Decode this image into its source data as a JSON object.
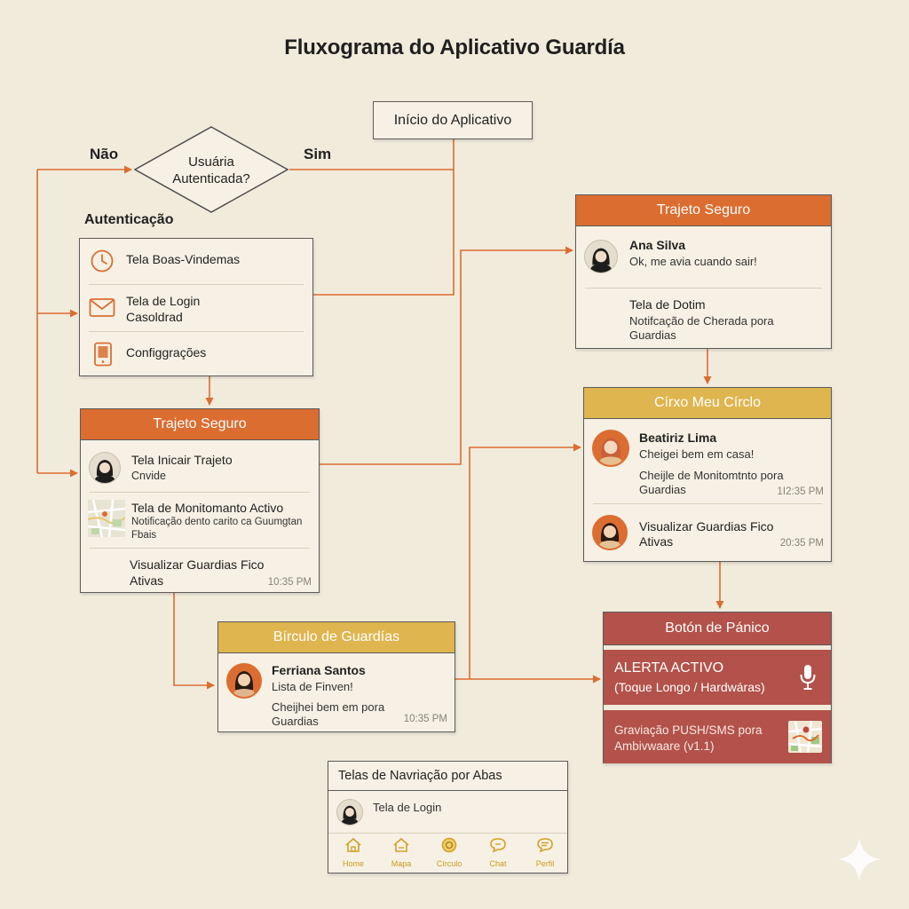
{
  "title": "Fluxograma do Aplicativo Guardía",
  "start": {
    "label": "Início do Aplicativo"
  },
  "decision": {
    "line1": "Usuária",
    "line2": "Autenticada?",
    "no": "Não",
    "yes": "Sim"
  },
  "auth": {
    "label": "Autenticação",
    "items": [
      {
        "icon": "clock-icon",
        "line1": "Tela Boas-Vindemas",
        "line2": ""
      },
      {
        "icon": "mail-icon",
        "line1": "Tela de Login",
        "line2": "Casoldrad"
      },
      {
        "icon": "phone-icon",
        "line1": "Configgrações",
        "line2": ""
      }
    ]
  },
  "trip_left": {
    "header": "Trajeto Seguro",
    "rows": [
      {
        "line1": "Tela Inicair Trajeto",
        "line2": "Cnvide"
      },
      {
        "line1": "Tela de Monitomanto Activo",
        "line2": "Notificação dento carito ca Guumgtan",
        "line3": "Fbais"
      },
      {
        "line1": "Visualizar Guardias Fico",
        "line2": "Ativas",
        "time": "10:35 PM"
      }
    ]
  },
  "circle_bottom": {
    "header": "Bírculo de Guardías",
    "name": "Ferriana Santos",
    "message": "Lista de Finven!",
    "line1": "Cheijhei bem em pora",
    "line2": "Guardias",
    "time": "10:35 PM"
  },
  "nav": {
    "header": "Telas de Navriação por Abas",
    "row": "Tela de Login",
    "tabs": [
      {
        "icon": "home-icon",
        "label": "Home"
      },
      {
        "icon": "map-icon",
        "label": "Mapa"
      },
      {
        "icon": "circle-icon",
        "label": "Círculo"
      },
      {
        "icon": "chat-icon",
        "label": "Chat"
      },
      {
        "icon": "profile-icon",
        "label": "Perfil"
      }
    ]
  },
  "trip_right": {
    "header": "Trajeto Seguro",
    "name": "Ana Silva",
    "message": "Ok, me avia cuando sair!",
    "line1": "Tela de Dotim",
    "line2": "Notifcação de Cherada pora",
    "line3": "Guardias"
  },
  "circle_right": {
    "header": "Círxo Meu Círclo",
    "name": "Beatiriz Lima",
    "message": "Cheigei bem em casa!",
    "line1": "Cheijle de Monitomtnto pora",
    "line2": "Guardias",
    "time1": "1Ⅰ2:35 PM",
    "row2_line1": "Visualizar Guardias Fico",
    "row2_line2": "Ativas",
    "time2": "20:35 PM"
  },
  "panic": {
    "header": "Botón de Pánico",
    "alert_title": "ALERTA ACTIVO",
    "alert_sub": "(Toque Longo / Hardwáras)",
    "rec_line1": "Graviação PUSH/SMS pora",
    "rec_line2": "Ambivwaare (v1.1)"
  },
  "colors": {
    "orange": "#dc6d31",
    "gold": "#dfb54f",
    "red": "#b2524a",
    "background": "#f1ebdc"
  }
}
